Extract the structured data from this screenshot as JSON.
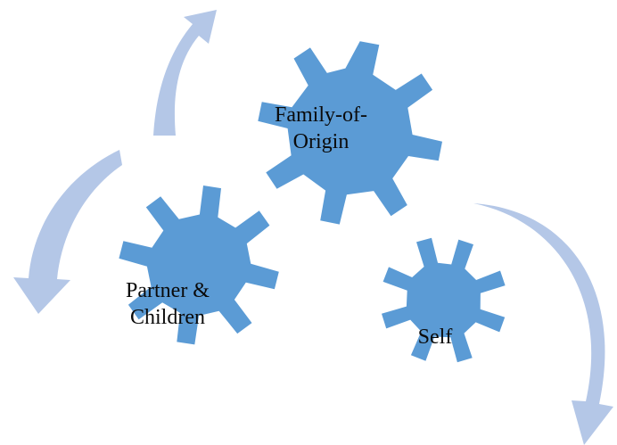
{
  "diagram": {
    "gears": [
      {
        "id": "family-of-origin",
        "lines": [
          "Family-of-",
          "Origin"
        ]
      },
      {
        "id": "partner-children",
        "lines": [
          "Partner &",
          "Children"
        ]
      },
      {
        "id": "self",
        "lines": [
          "Self"
        ]
      }
    ],
    "colors": {
      "gear_fill": "#5b9bd5",
      "arrow_fill": "#b4c7e7",
      "background": "#ffffff",
      "text": "#0a0a0a"
    }
  }
}
